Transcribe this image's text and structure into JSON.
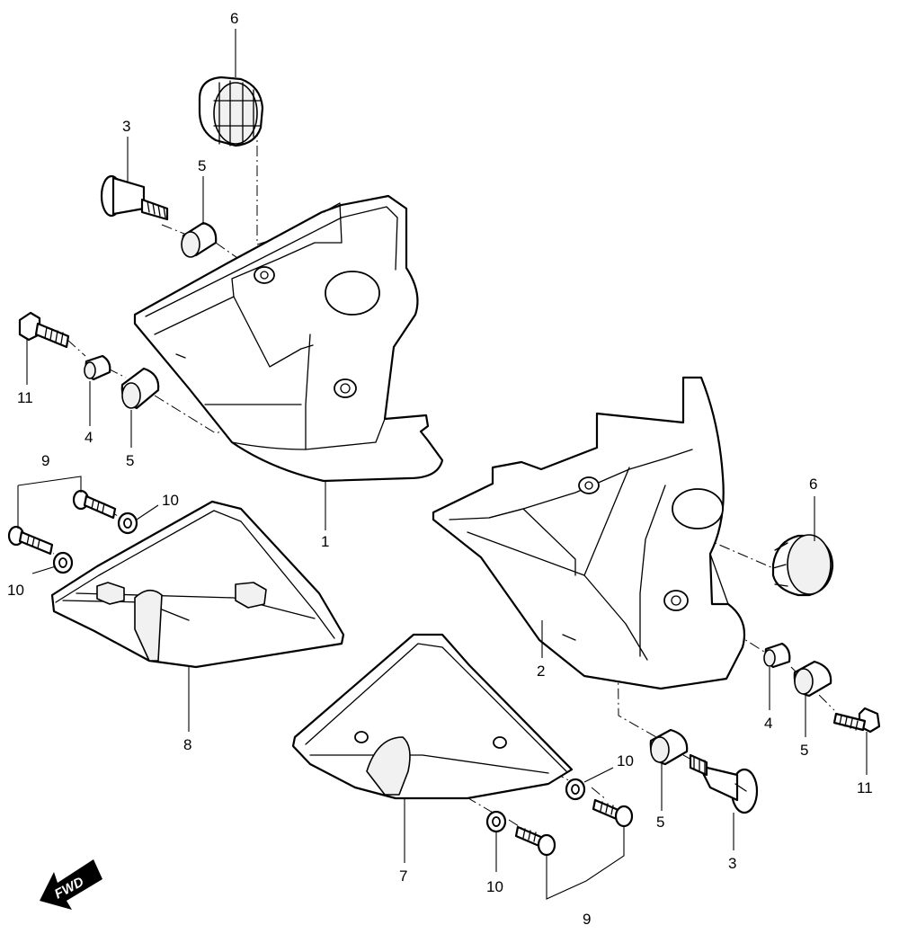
{
  "callouts": {
    "c6_top": "6",
    "c3_top": "3",
    "c5_top": "5",
    "c11_left": "11",
    "c4_left": "4",
    "c5_left": "5",
    "c9_left": "9",
    "c10_left_top": "10",
    "c10_left_bottom": "10",
    "c1": "1",
    "c6_right": "6",
    "c2": "2",
    "c8": "8",
    "c4_right": "4",
    "c5_right_far": "5",
    "c11_right": "11",
    "c10_mid_top": "10",
    "c5_mid": "5",
    "c3_bottom": "3",
    "c7": "7",
    "c10_mid_bottom": "10",
    "c9_bottom": "9"
  },
  "direction_badge": {
    "label": "FWD",
    "icon": "fwd-arrow-icon"
  }
}
